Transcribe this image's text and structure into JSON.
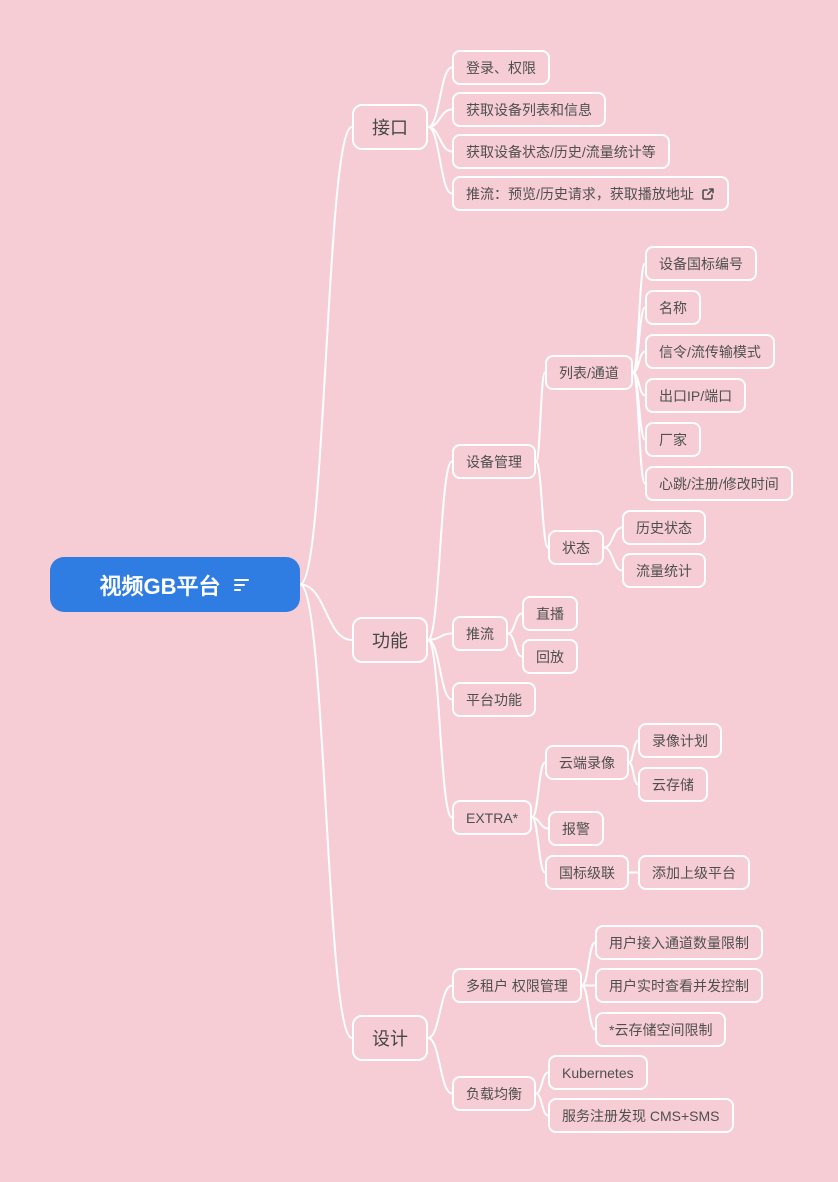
{
  "colors": {
    "background": "#f6cdd5",
    "root_fill": "#2f7ce2",
    "root_text": "#ffffff",
    "node_border": "#ffffff",
    "node_text": "#4f4f4f",
    "connector": "#ffffff"
  },
  "icons": {
    "root_menu": "outline-menu-icon",
    "stream_external": "external-link-icon"
  },
  "map": {
    "root": "视频GB平台",
    "interface": {
      "label": "接口",
      "login": "登录、权限",
      "device_info": "获取设备列表和信息",
      "device_status": "获取设备状态/历史/流量统计等",
      "stream": "推流：预览/历史请求，获取播放地址"
    },
    "features": {
      "label": "功能",
      "device_mgmt": {
        "label": "设备管理",
        "list_channel": {
          "label": "列表/通道",
          "gb_id": "设备国标编号",
          "name": "名称",
          "signaling": "信令/流传输模式",
          "ip_port": "出口IP/端口",
          "vendor": "厂家",
          "heartbeat": "心跳/注册/修改时间"
        },
        "status": {
          "label": "状态",
          "history": "历史状态",
          "traffic": "流量统计"
        }
      },
      "stream": {
        "label": "推流",
        "live": "直播",
        "playback": "回放"
      },
      "platform": "平台功能",
      "extra": {
        "label": "EXTRA*",
        "cloud_record": {
          "label": "云端录像",
          "record_plan": "录像计划",
          "cloud_storage": "云存储"
        },
        "alarm": "报警",
        "gb_cascade": {
          "label": "国标级联",
          "add_upper": "添加上级平台"
        }
      }
    },
    "design": {
      "label": "设计",
      "multi_tenant": {
        "label": "多租户 权限管理",
        "channel_limit": "用户接入通道数量限制",
        "concurrency": "用户实时查看并发控制",
        "storage_limit": "*云存储空间限制"
      },
      "load_balance": {
        "label": "负载均衡",
        "k8s": "Kubernetes",
        "service_discovery": "服务注册发现 CMS+SMS"
      }
    }
  }
}
